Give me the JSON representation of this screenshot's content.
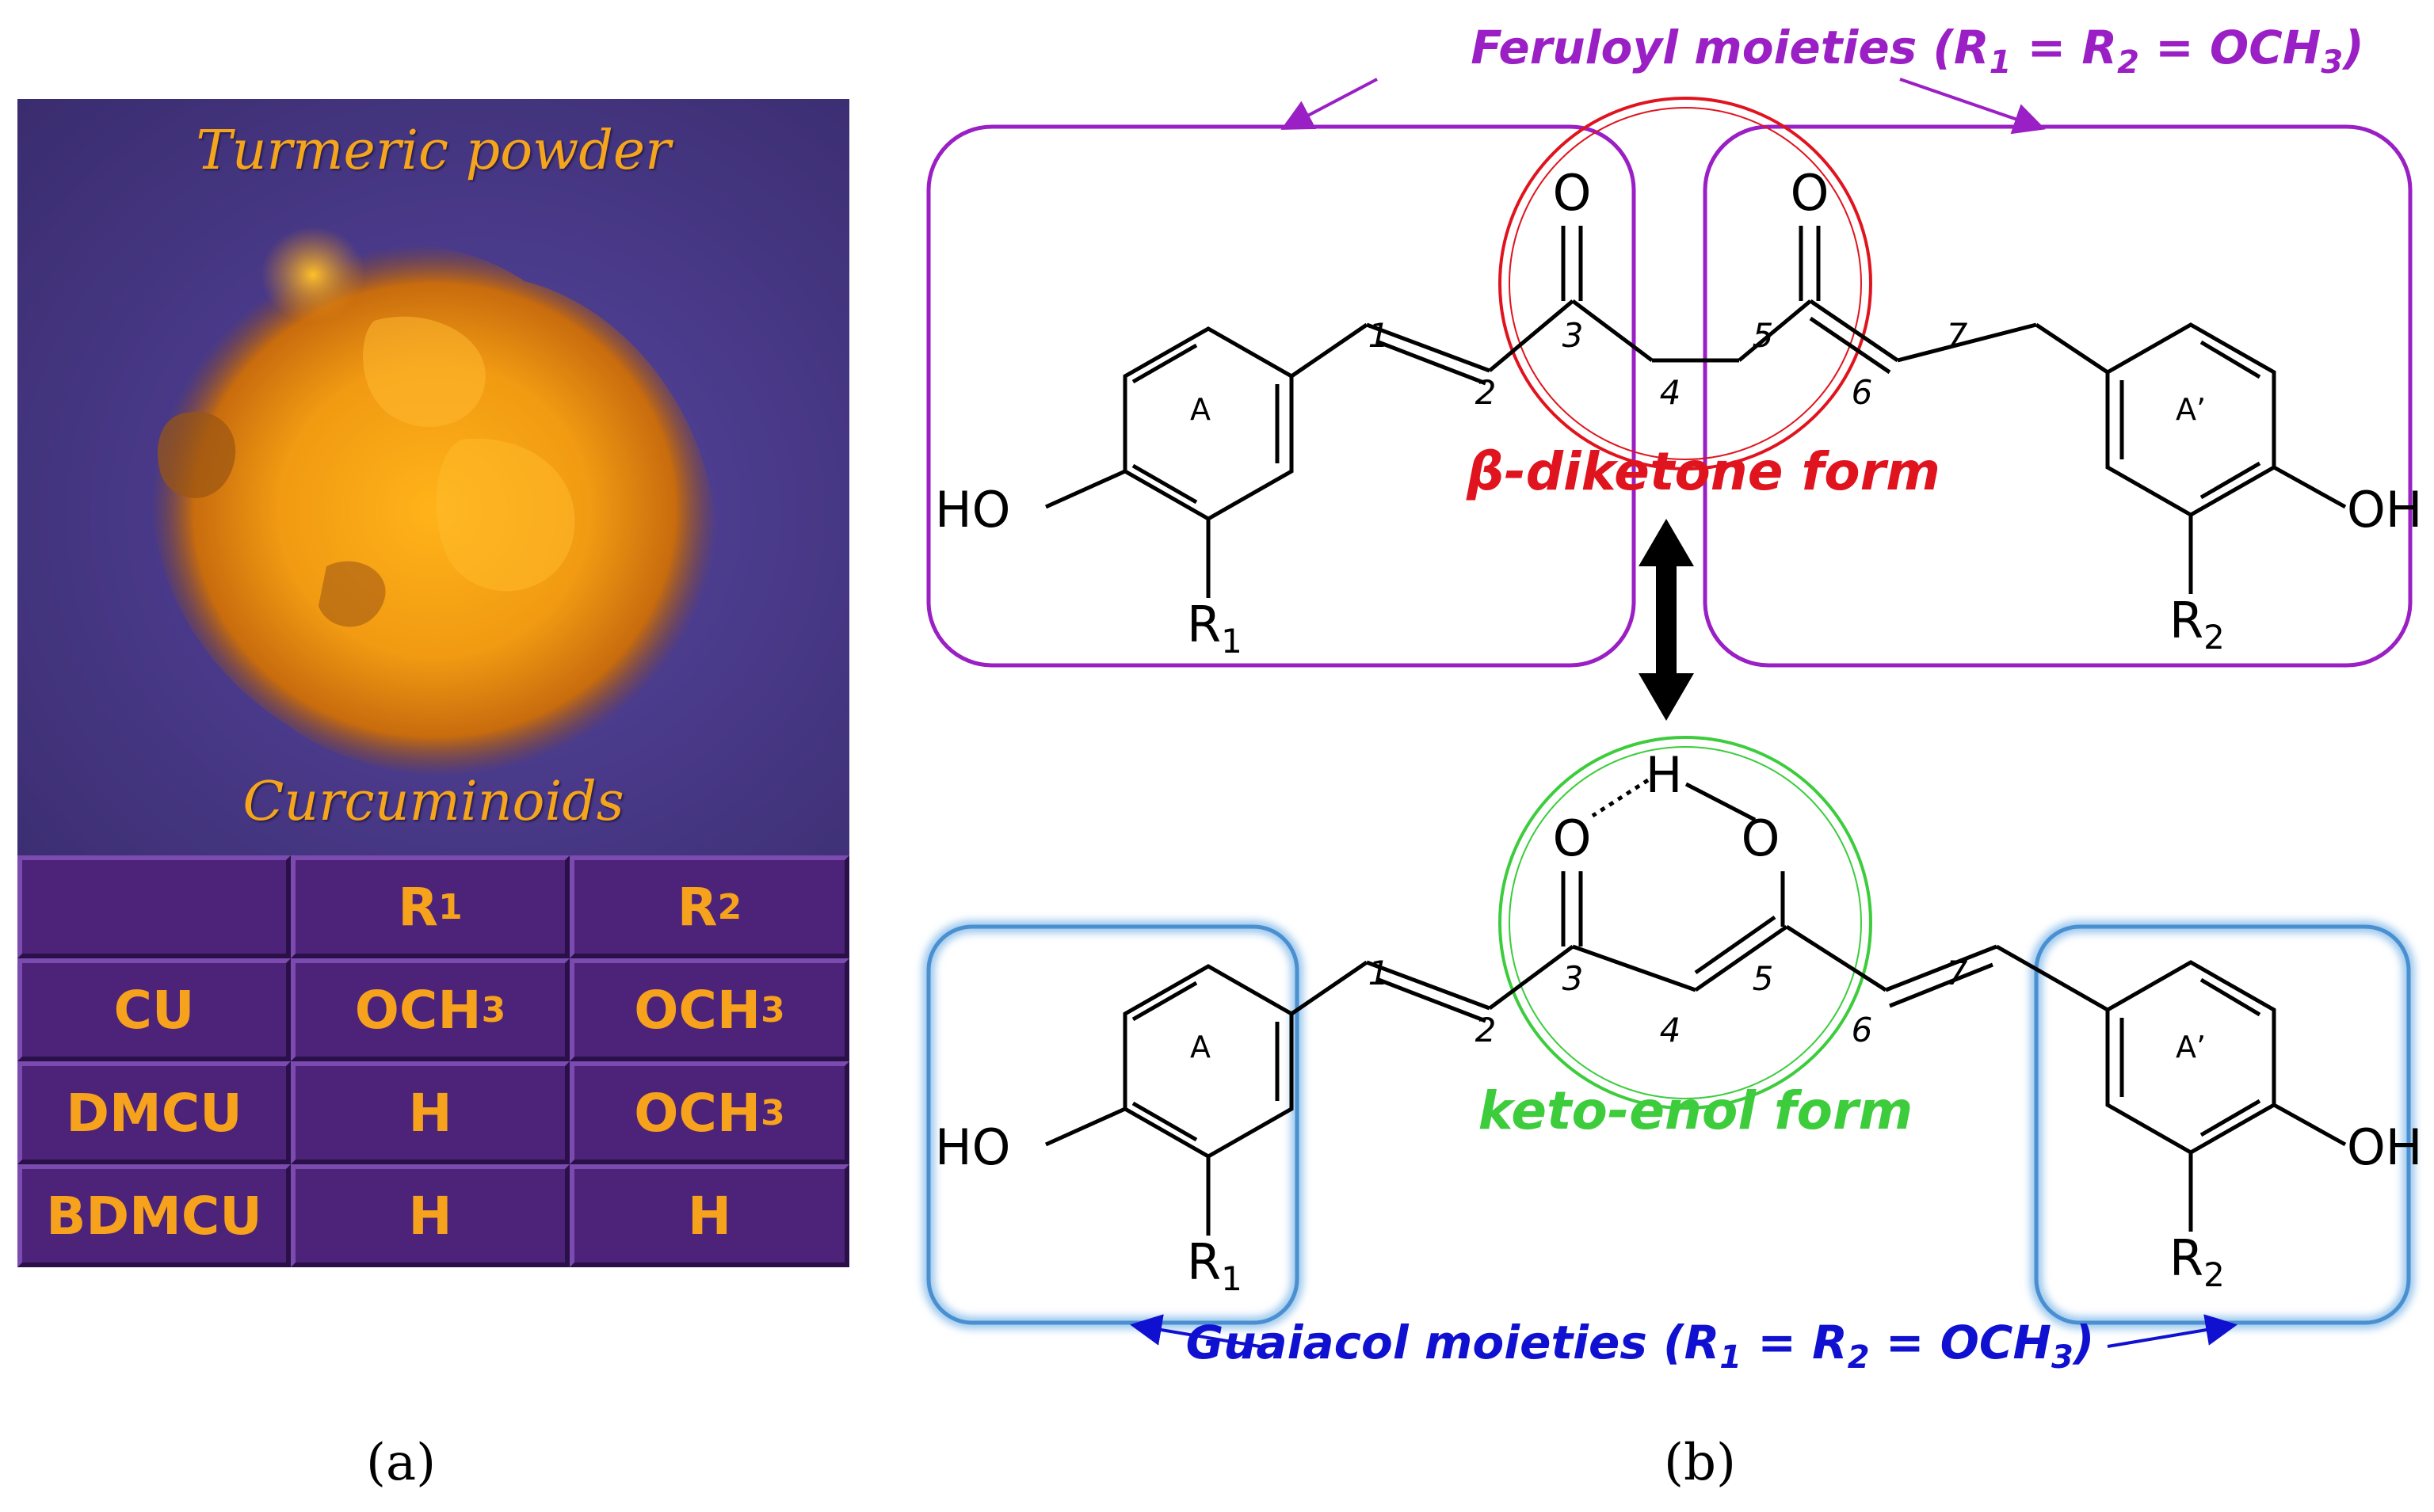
{
  "panel_a": {
    "photo_title_top": "Turmeric powder",
    "photo_title_bottom": "Curcuminoids",
    "table": {
      "header": [
        "",
        "R1",
        "R2"
      ],
      "rows": [
        [
          "CU",
          "OCH3",
          "OCH3"
        ],
        [
          "DMCU",
          "H",
          "OCH3"
        ],
        [
          "BDMCU",
          "H",
          "H"
        ]
      ]
    },
    "caption": "(a)"
  },
  "panel_b": {
    "feruloyl_label": "Feruloyl moieties (R1 = R2 = OCH3)",
    "guaiacol_label": "Guaiacol moieties (R1 = R2 = OCH3)",
    "diketone_label": "β-diketone form",
    "ketoenol_label": "keto-enol form",
    "ring_labels": [
      "A",
      "A’"
    ],
    "atom_labels": {
      "oxygen": "O",
      "hydrogen": "H",
      "hydroxyl_left": "HO",
      "hydroxyl_right": "OH",
      "r1": "R1",
      "r2": "R2"
    },
    "chain_numbers": [
      "1",
      "2",
      "3",
      "4",
      "5",
      "6",
      "7"
    ],
    "caption": "(b)"
  },
  "colors": {
    "feruloyl": "#9a1fc4",
    "guaiacol": "#1010d0",
    "guaiacol_box": "#4a8fd0",
    "diketone": "#e0141e",
    "ketoenol": "#3ccc3c",
    "table_text": "#f7a21c",
    "table_bg": "#4c2378",
    "photo_text": "#f4a51c"
  }
}
